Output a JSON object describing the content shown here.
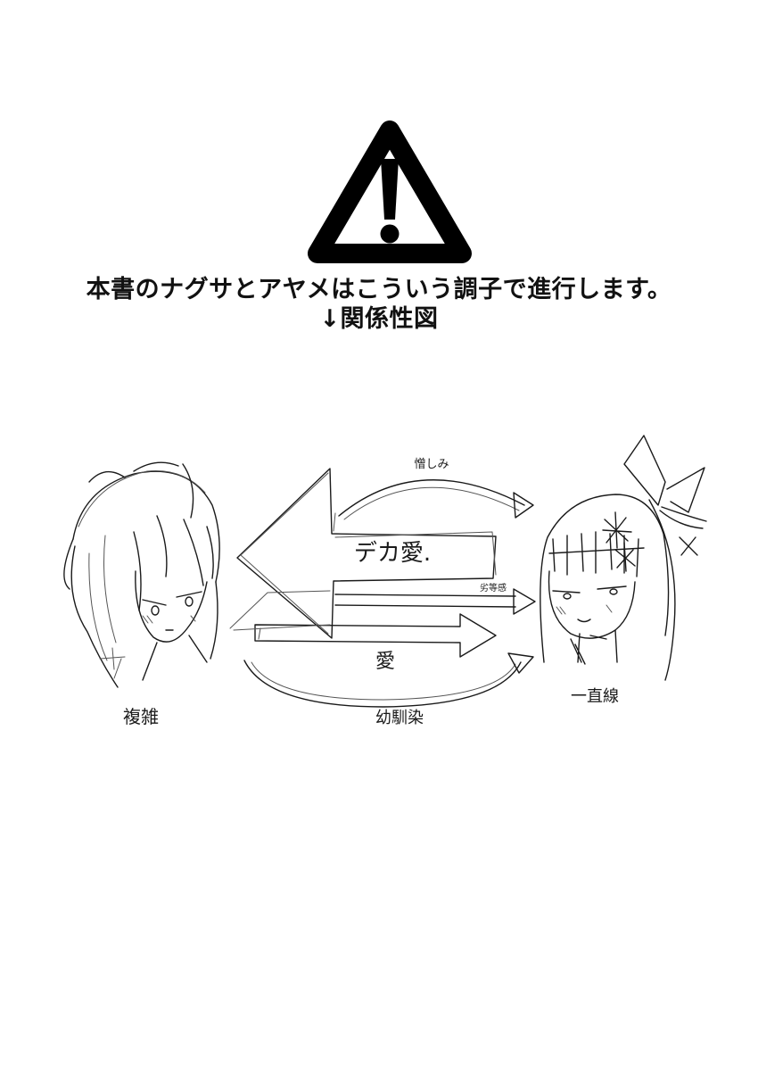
{
  "icons": {
    "warning": "warning-triangle-icon"
  },
  "notice": {
    "line1": "本書のナグサとアヤメはこういう調子で進行します。",
    "line2": "↓関係性図"
  },
  "diagram": {
    "center_label": "デカ愛.",
    "top_arrow_label": "憎しみ",
    "middle_arrow_label": "劣等感",
    "lower_arrow_label": "愛",
    "bottom_arrow_label": "幼馴染",
    "left_character_label": "複雑",
    "right_character_label": "一直線"
  },
  "colors": {
    "ink": "#000000",
    "background": "#ffffff"
  }
}
